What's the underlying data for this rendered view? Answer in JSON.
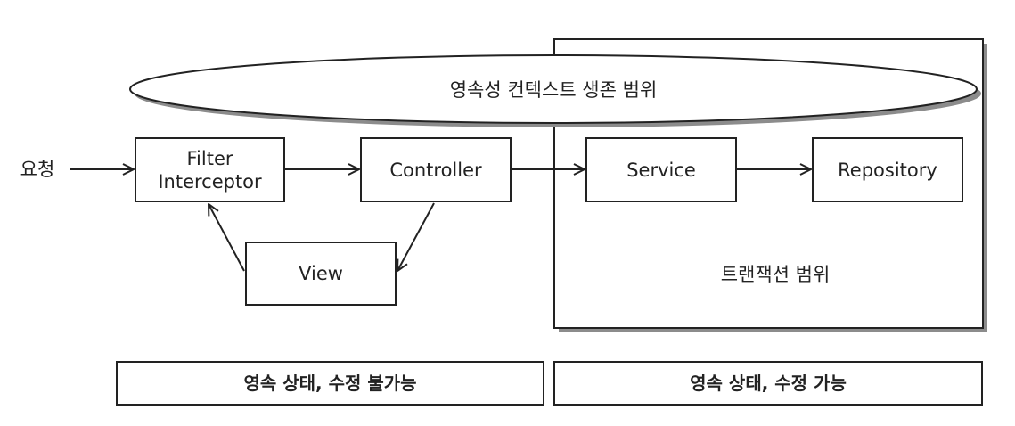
{
  "request_label": "요청",
  "persistence_context_scope": "영속성 컨텍스트 생존 범위",
  "transaction_scope": "트랜잭션 범위",
  "nodes": {
    "filter_interceptor": [
      "Filter",
      "Interceptor"
    ],
    "controller": "Controller",
    "view": "View",
    "service": "Service",
    "repository": "Repository"
  },
  "footer": {
    "left": "영속 상태, 수정 불가능",
    "right": "영속 상태, 수정 가능"
  },
  "colors": {
    "stroke": "#222222",
    "fill": "#ffffff",
    "shadow": "#8c8c8c"
  }
}
